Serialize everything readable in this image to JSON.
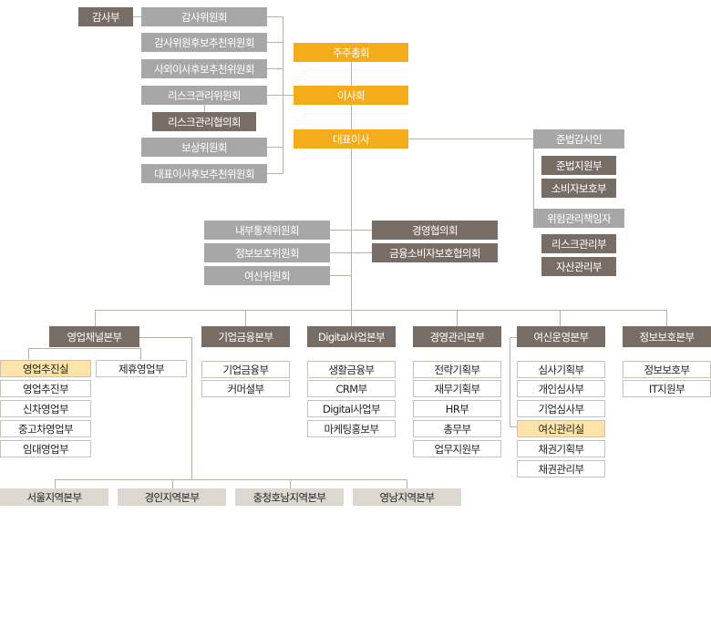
{
  "top": {
    "audit_dept": "감사부",
    "audit_committee": "감사위원회",
    "audit_nom_committee": "감사위원후보추천위원회",
    "outside_nom_committee": "사외이사후보추천위원회",
    "risk_committee": "리스크관리위원회",
    "risk_council": "리스크관리협의회",
    "comp_committee": "보상위원회",
    "ceo_nom_committee": "대표이사후보추천위원회",
    "shareholders": "주주총회",
    "board": "이사회",
    "ceo": "대표이사"
  },
  "right": {
    "compliance_officer": "준법감시인",
    "compliance_dept": "준법지원부",
    "consumer_dept": "소비자보호부",
    "risk_officer": "위험관리책임자",
    "risk_dept": "리스크관리부",
    "asset_dept": "자산관리부"
  },
  "middle": {
    "internal_control": "내부통제위원회",
    "info_protection": "정보보호위원회",
    "credit_committee": "여신위원회",
    "mgmt_council": "경영협의회",
    "consumer_council": "금융소비자보호협의회"
  },
  "divisions": [
    {
      "name": "영업채널본부"
    },
    {
      "name": "기업금융본부",
      "depts": [
        "기업금융부",
        "커머셜부"
      ]
    },
    {
      "name": "Digital사업본부",
      "depts": [
        "생활금융부",
        "CRM부",
        "Digital사업부",
        "마케팅홍보부"
      ]
    },
    {
      "name": "경영관리본부",
      "depts": [
        "전략기획부",
        "재무기획부",
        "HR부",
        "총무부",
        "업무지원부"
      ]
    },
    {
      "name": "여신운영본부",
      "depts": [
        "심사기획부",
        "개인심사부",
        "기업심사부",
        "여신관리실",
        "채권기획부",
        "채권관리부"
      ]
    },
    {
      "name": "정보보호본부",
      "depts": [
        "정보보호부",
        "IT지원부"
      ]
    }
  ],
  "sales": {
    "depts": [
      "영업추진실",
      "영업추진부",
      "신차영업부",
      "중고차영업부",
      "임대영업부"
    ],
    "alliance": "제휴영업부"
  },
  "regions": [
    "서울지역본부",
    "경인지역본부",
    "충청호남지역본부",
    "영남지역본부"
  ]
}
